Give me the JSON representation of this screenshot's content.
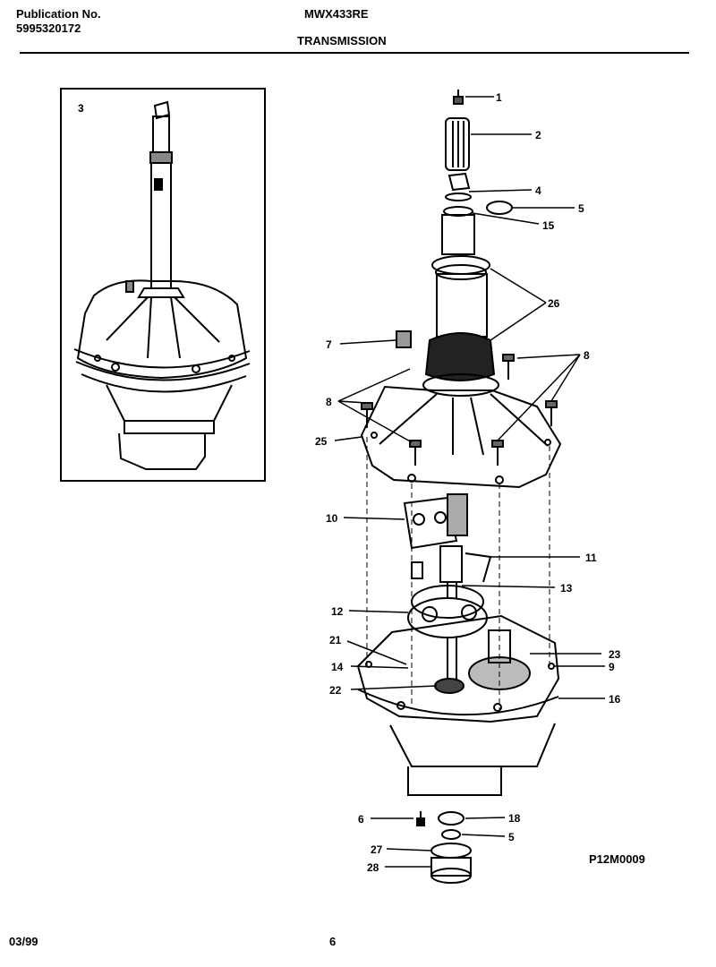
{
  "header": {
    "publication_label": "Publication No.",
    "publication_number": "5995320172",
    "model": "MWX433RE",
    "section_title": "TRANSMISSION"
  },
  "inset": {
    "label": "3"
  },
  "callouts": [
    "1",
    "2",
    "4",
    "5",
    "15",
    "26",
    "7",
    "8",
    "25",
    "10",
    "11",
    "13",
    "12",
    "21",
    "23",
    "14",
    "9",
    "22",
    "16",
    "6",
    "18",
    "27",
    "28"
  ],
  "diagram_code": "P12M0009",
  "footer": {
    "date": "03/99",
    "page": "6"
  }
}
